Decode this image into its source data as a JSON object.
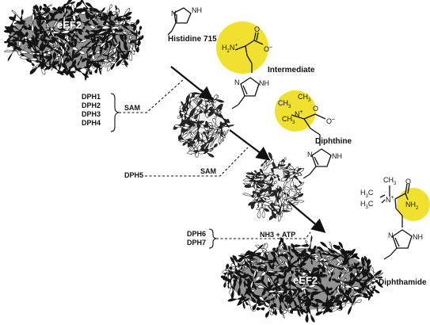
{
  "protein_label": "eEF2",
  "residue_label": "Histidine 715",
  "intermediate_label": "Intermediate",
  "diphthine_label": "Diphthine",
  "diphthamide_label": "Diphthamide",
  "step1": {
    "enzymes": [
      "DPH1",
      "DPH2",
      "DPH3",
      "DPH4"
    ],
    "cofactor": "SAM"
  },
  "step2": {
    "enzymes": [
      "DPH5"
    ],
    "cofactor": "SAM"
  },
  "step3": {
    "enzymes": [
      "DPH6",
      "DPH7"
    ],
    "cofactor": "NH3 + ATP"
  },
  "chem": {
    "nh": "NH",
    "n": "N",
    "h2n": "H",
    "h2n_sub": "2",
    "nplus": "N",
    "plus": "+",
    "o": "O",
    "o_minus": "O",
    "minus": "–",
    "ch3": "CH",
    "ch3_sub": "3",
    "h3c": "H",
    "h3c_sub": "3",
    "h3c_c": "C",
    "nh2": "NH",
    "nh2_sub": "2"
  },
  "colors": {
    "highlight": "#f0e130",
    "protein_dark": "#1b1b1b",
    "protein_light": "#ffffff"
  }
}
